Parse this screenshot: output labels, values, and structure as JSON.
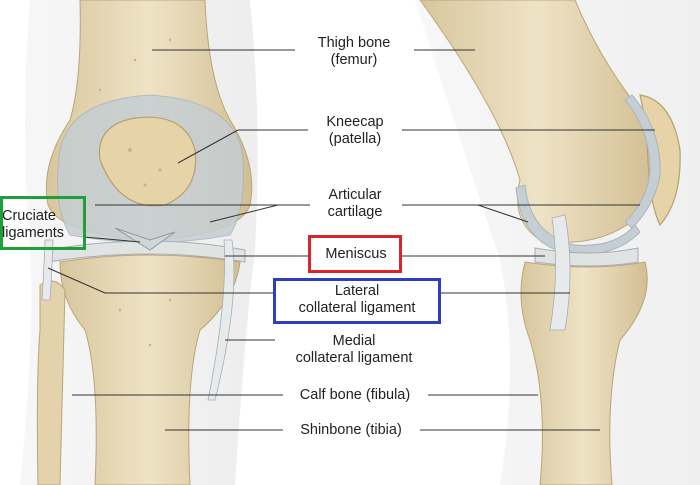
{
  "labels": {
    "femur": {
      "line1": "Thigh bone",
      "line2": "(femur)"
    },
    "patella": {
      "line1": "Kneecap",
      "line2": "(patella)"
    },
    "cartilage": {
      "line1": "Articular",
      "line2": "cartilage"
    },
    "cruciate": {
      "line1": "Cruciate",
      "line2": "ligaments"
    },
    "meniscus": {
      "line1": "Meniscus"
    },
    "lateral": {
      "line1": "Lateral",
      "line2": "collateral ligament"
    },
    "medial": {
      "line1": "Medial",
      "line2": "collateral ligament"
    },
    "fibula": {
      "line1": "Calf bone (fibula)"
    },
    "tibia": {
      "line1": "Shinbone (tibia)"
    }
  },
  "highlight_colors": {
    "cruciate": "#1f9e3a",
    "meniscus": "#d9232d",
    "lateral": "#2b3fbf"
  },
  "colors": {
    "bone": "#e8d9b4",
    "bone_shade": "#d4c196",
    "cartilage": "#c9d2d6",
    "ligament": "#dfe3e2",
    "line": "#333333"
  }
}
